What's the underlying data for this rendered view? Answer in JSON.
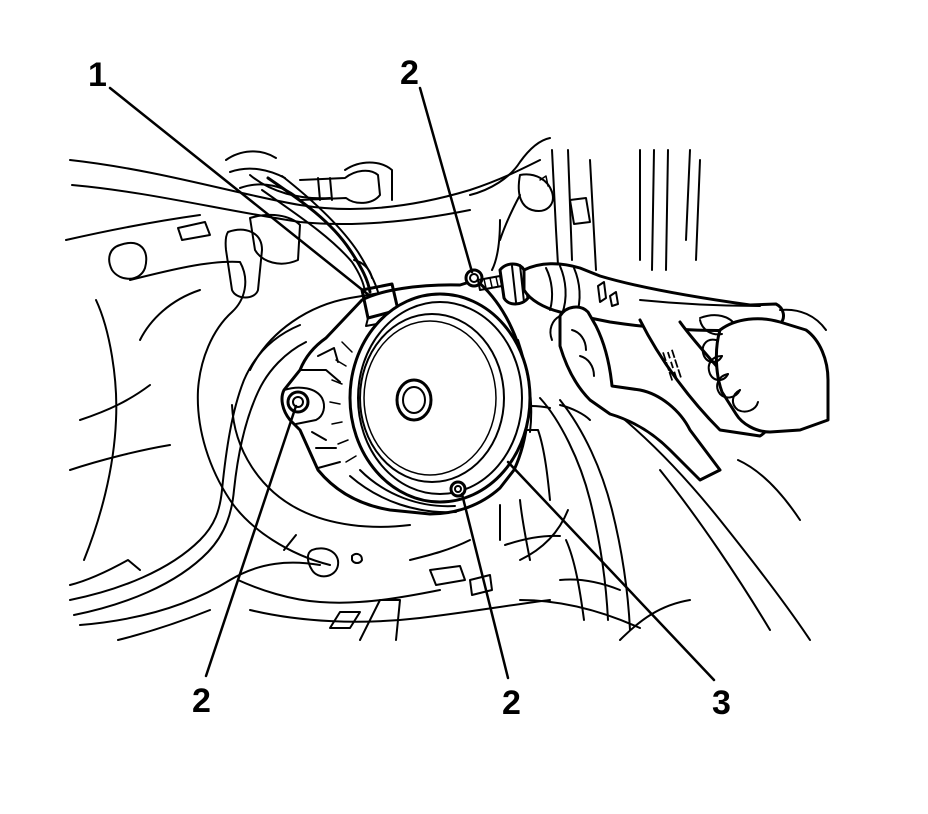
{
  "callouts": [
    {
      "id": "callout-1",
      "label": "1"
    },
    {
      "id": "callout-2-top",
      "label": "2"
    },
    {
      "id": "callout-2-left",
      "label": "2"
    },
    {
      "id": "callout-2-bottom",
      "label": "2"
    },
    {
      "id": "callout-3",
      "label": "3"
    }
  ],
  "drill_marking": "ΞΞΞ"
}
